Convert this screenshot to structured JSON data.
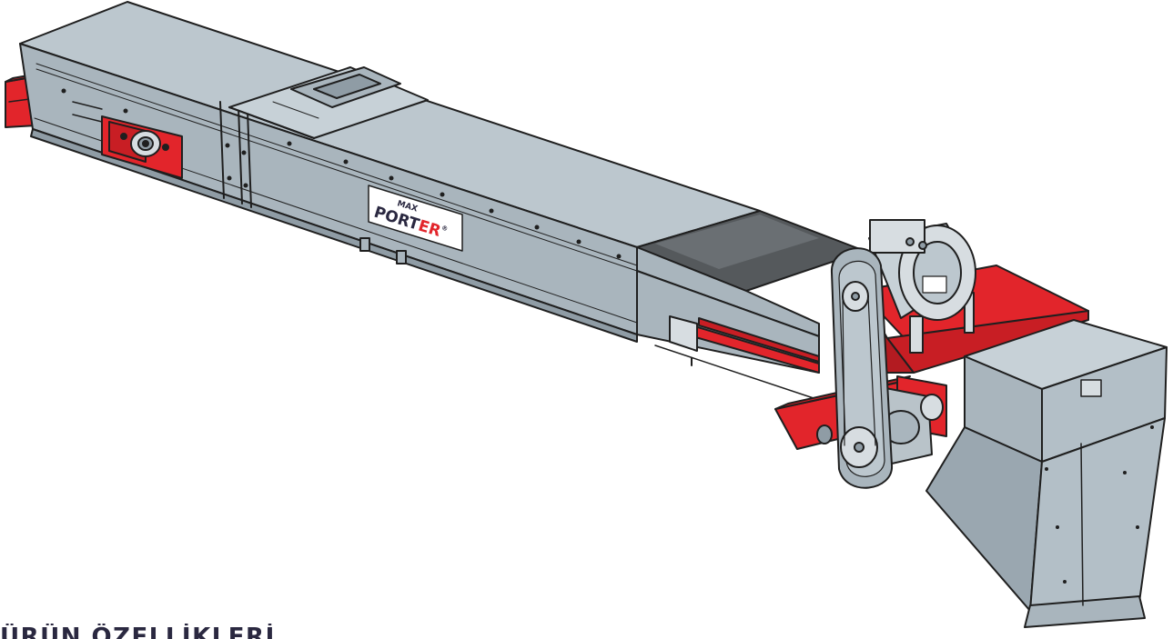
{
  "product_image": {
    "logo": {
      "top": "MAX",
      "main_dark": "PORT",
      "main_accent": "ER",
      "mark": "®"
    }
  },
  "section": {
    "heading": "ÜRÜN ÖZELLİKLERİ"
  },
  "colors": {
    "steel": "#a9b5bd",
    "steel_light": "#bcc7ce",
    "steel_dark": "#8f9ca5",
    "frame_red": "#e2252b",
    "belt_dark": "#55595c",
    "outline": "#1f1f1f",
    "heading_text": "#2a2840"
  }
}
